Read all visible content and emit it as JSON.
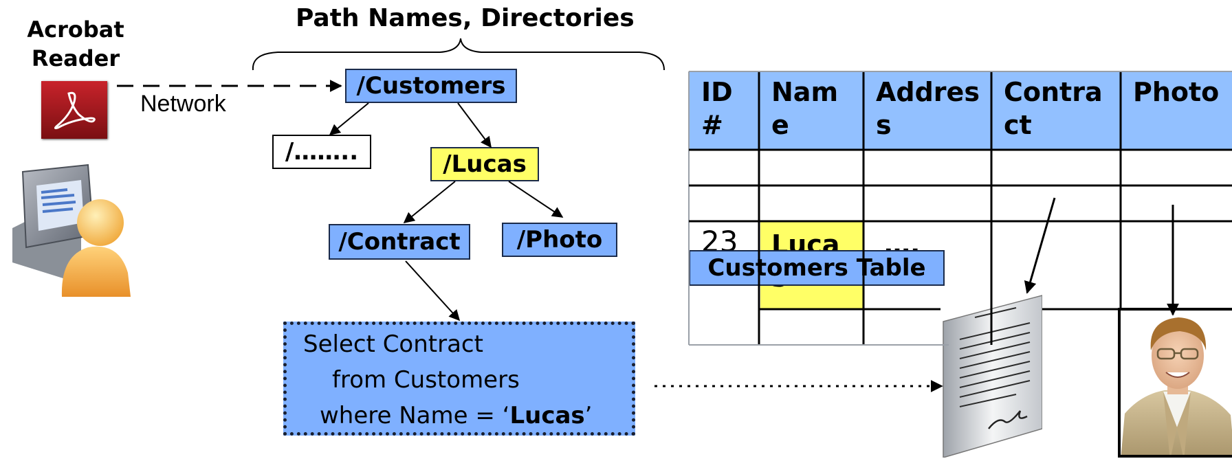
{
  "client": {
    "app_label_line1": "Acrobat",
    "app_label_line2": "Reader",
    "network_label": "Network"
  },
  "tree": {
    "heading": "Path Names, Directories",
    "root": "/Customers",
    "other": "/……..",
    "lucas": "/Lucas",
    "contract": "/Contract",
    "photo": "/Photo"
  },
  "query": {
    "line1": "Select Contract",
    "line2": "from Customers",
    "line3_prefix": "where Name = ‘",
    "line3_value": "Lucas",
    "line3_suffix": "’"
  },
  "table": {
    "title": "Customers Table",
    "headers": [
      "ID #",
      "Nam e",
      "Addres s",
      "Contra ct",
      "Photo"
    ],
    "row_id": "23",
    "row_name": "Luca s",
    "row_address": "…."
  },
  "colors": {
    "box_blue": "#7fb0ff",
    "box_yellow": "#ffff66",
    "header_blue": "#92c0ff"
  }
}
